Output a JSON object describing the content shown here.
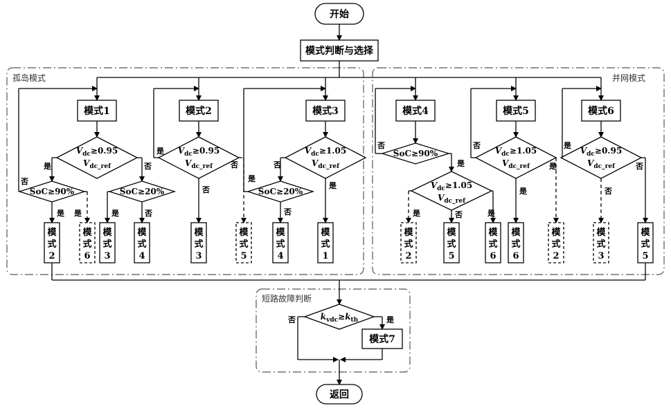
{
  "start": "开始",
  "select": "模式判断与选择",
  "island_label": "孤岛模式",
  "grid_label": "并网模式",
  "fault_label": "短路故障判断",
  "end": "返回",
  "yes": "是",
  "no": "否",
  "island_modes": [
    "模式1",
    "模式2",
    "模式3"
  ],
  "grid_modes": [
    "模式4",
    "模式5",
    "模式6"
  ],
  "cond": {
    "v095": "V_dc ≥ 0.95 V_dc_ref",
    "v105": "V_dc ≥ 1.05 V_dc_ref",
    "soc90": "SoC≥90%",
    "soc20": "SoC≥20%",
    "fault": "k_vdc ≥ k_th"
  },
  "fault_mode": "模式7",
  "outputs": [
    {
      "label": "模式2",
      "dashed": false
    },
    {
      "label": "模式6",
      "dashed": true
    },
    {
      "label": "模式3",
      "dashed": false
    },
    {
      "label": "模式4",
      "dashed": false
    },
    {
      "label": "模式3",
      "dashed": false
    },
    {
      "label": "模式5",
      "dashed": true
    },
    {
      "label": "模式4",
      "dashed": false
    },
    {
      "label": "模式1",
      "dashed": false
    },
    {
      "label": "模式2",
      "dashed": true
    },
    {
      "label": "模式5",
      "dashed": false
    },
    {
      "label": "模式6",
      "dashed": false
    },
    {
      "label": "模式6",
      "dashed": false
    },
    {
      "label": "模式2",
      "dashed": true
    },
    {
      "label": "模式3",
      "dashed": true
    },
    {
      "label": "模式5",
      "dashed": false
    }
  ]
}
